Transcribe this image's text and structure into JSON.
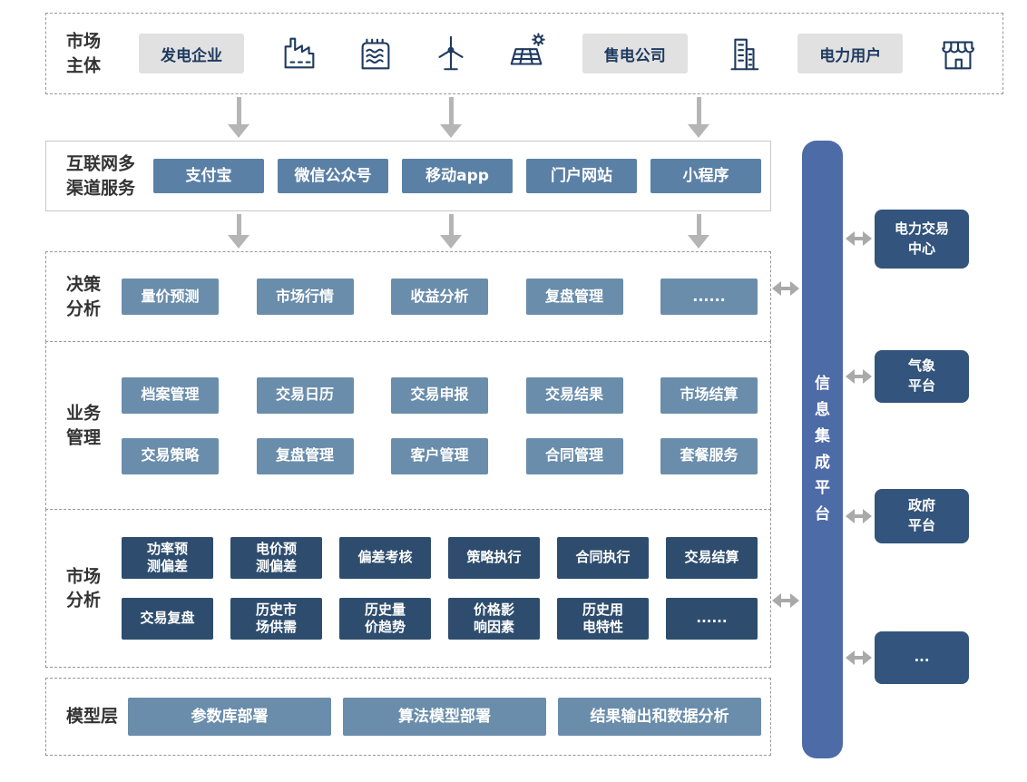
{
  "colors": {
    "icon_navy": "#1e3a5f",
    "pill_bg": "#e1e1e1",
    "channel_button": "#5b80a6",
    "module_button": "#6a8dac",
    "dark_button": "#2e4d6e",
    "integration_bar": "#4d6ba6",
    "external_box": "#33547c",
    "arrow_gray": "#b5b5b5"
  },
  "market": {
    "label": "市场主体",
    "pills": [
      "发电企业",
      "售电公司",
      "电力用户"
    ],
    "icons": [
      "factory-icon",
      "hydro-dam-icon",
      "wind-turbine-icon",
      "solar-panel-icon",
      "office-building-icon",
      "store-icon"
    ]
  },
  "channels": {
    "label": "互联网多渠道服务",
    "items": [
      "支付宝",
      "微信公众号",
      "移动app",
      "门户网站",
      "小程序"
    ]
  },
  "decision": {
    "label": "决策分析",
    "items": [
      "量价预测",
      "市场行情",
      "收益分析",
      "复盘管理",
      "......"
    ]
  },
  "business": {
    "label": "业务管理",
    "row1": [
      "档案管理",
      "交易日历",
      "交易申报",
      "交易结果",
      "市场结算"
    ],
    "row2": [
      "交易策略",
      "复盘管理",
      "客户管理",
      "合同管理",
      "套餐服务"
    ]
  },
  "market_analysis": {
    "label": "市场分析",
    "row1": [
      "功率预\n测偏差",
      "电价预\n测偏差",
      "偏差考核",
      "策略执行",
      "合同执行",
      "交易结算"
    ],
    "row2": [
      "交易复盘",
      "历史市\n场供需",
      "历史量\n价趋势",
      "价格影\n响因素",
      "历史用\n电特性",
      "......"
    ]
  },
  "model_layer": {
    "label": "模型层",
    "items": [
      "参数库部署",
      "算法模型部署",
      "结果输出和数据分析"
    ]
  },
  "integration": {
    "label": "信息集成平台"
  },
  "external": {
    "items": [
      "电力交易\n中心",
      "气象\n平台",
      "政府\n平台",
      "..."
    ]
  }
}
